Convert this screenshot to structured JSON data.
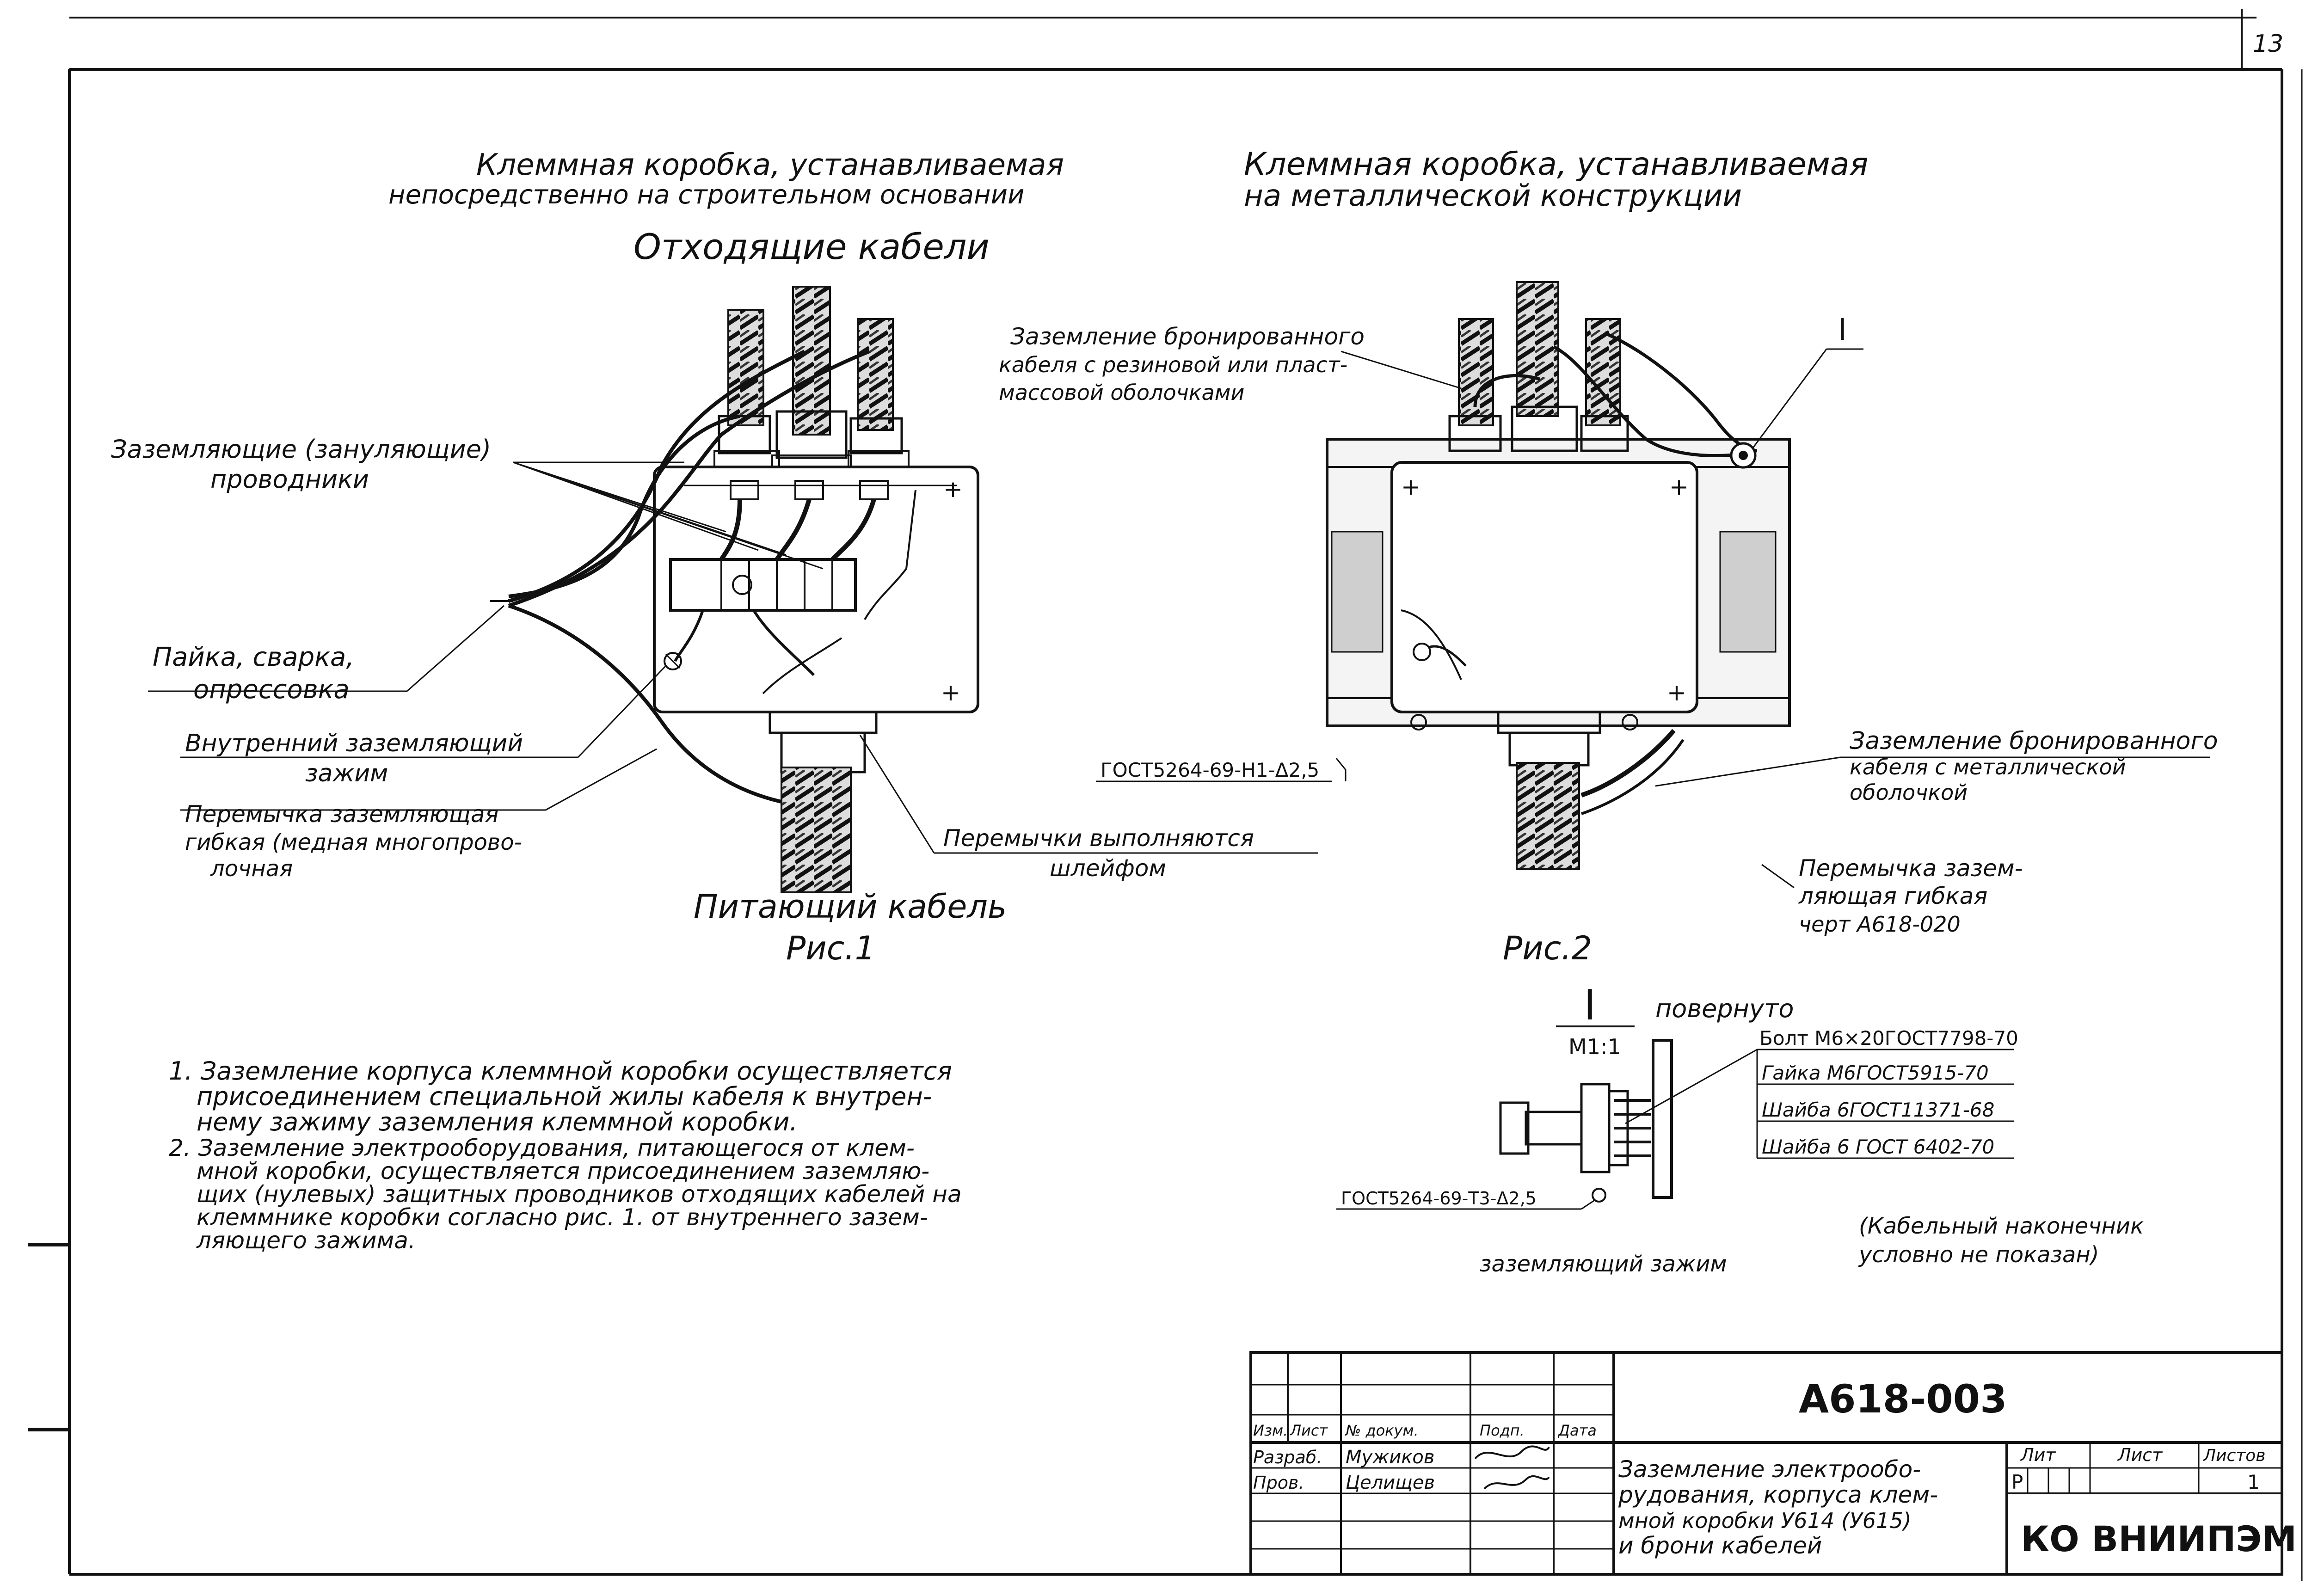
{
  "page_number": "13",
  "fig1": {
    "title_line1": "Клеммная коробка, устанавливаемая",
    "title_line2": "непосредственно на строительном основании",
    "outgoing_cables": "Отходящие кабели",
    "grounding_conductors_1": "Заземляющие (зануляющие)",
    "grounding_conductors_2": "проводники",
    "soldering_1": "Пайка, сварка,",
    "soldering_2": "опрессовка",
    "internal_clamp_1": "Внутренний заземляющий",
    "internal_clamp_2": "зажим",
    "jumper_1": "Перемычка заземляющая",
    "jumper_2": "гибкая (медная многопрово-",
    "jumper_3": "лочная",
    "loop_jumpers_1": "Перемычки выполняются",
    "loop_jumpers_2": "шлейфом",
    "supply_cable": "Питающий кабель",
    "caption": "Рис.1"
  },
  "fig2": {
    "title_line1": "Клеммная коробка, устанавливаемая",
    "title_line2": "на металлической конструкции",
    "armor_rubber_1": "Заземление бронированного",
    "armor_rubber_2": "кабеля с резиновой или пласт-",
    "armor_rubber_3": "массовой оболочками",
    "detail_mark": "I",
    "gost_weld": "ГОСТ5264-69-Н1-Δ2,5",
    "armor_metal_1": "Заземление бронированного",
    "armor_metal_2": "кабеля с металлической",
    "armor_metal_3": "оболочкой",
    "jumper_1": "Перемычка зазем-",
    "jumper_2": "ляющая гибкая",
    "jumper_3": "черт А618-020",
    "caption": "Рис.2"
  },
  "detail": {
    "mark": "I",
    "scale": "М1:1",
    "rotated": "повернуто",
    "bolt": "Болт М6×20ГОСТ7798-70",
    "nut": "Гайка М6ГОСТ5915-70",
    "washer1": "Шайба 6ГОСТ11371-68",
    "washer2": "Шайба 6 ГОСТ 6402-70",
    "gost_weld": "ГОСТ5264-69-Т3-Δ2,5",
    "clamp_label": "заземляющий зажим",
    "lug_note_1": "(Кабельный наконечник",
    "lug_note_2": "условно не показан)"
  },
  "notes": [
    "1. Заземление корпуса клеммной коробки осуществляется",
    "присоединением специальной жилы кабеля к внутрен-",
    "нему зажиму заземления клеммной коробки.",
    "2. Заземление электрооборудования, питающегося от клем-",
    "мной коробки, осуществляется присоединением заземляю-",
    "щих (нулевых) защитных проводников отходящих кабелей на",
    "клеммнике коробки согласно рис. 1. от внутреннего зазем-",
    "ляющего зажима."
  ],
  "title_block": {
    "doc_code": "А618-003",
    "col_izm": "Изм.",
    "col_list": "Лист",
    "col_doc": "№ докум.",
    "col_sign": "Подп.",
    "col_date": "Дата",
    "role_dev": "Разраб.",
    "name_dev": "Мужиков",
    "role_check": "Пров.",
    "name_check": "Целищев",
    "title_1": "Заземление электрообо-",
    "title_2": "рудования, корпуса клем-",
    "title_3": "мной коробки У614 (У615)",
    "title_4": "и брони кабелей",
    "lit_label": "Лит",
    "sheet_label": "Лист",
    "sheets_label": "Листов",
    "lit_value": "Р",
    "sheets_value": "1",
    "org": "КО ВНИИПЭМ"
  }
}
